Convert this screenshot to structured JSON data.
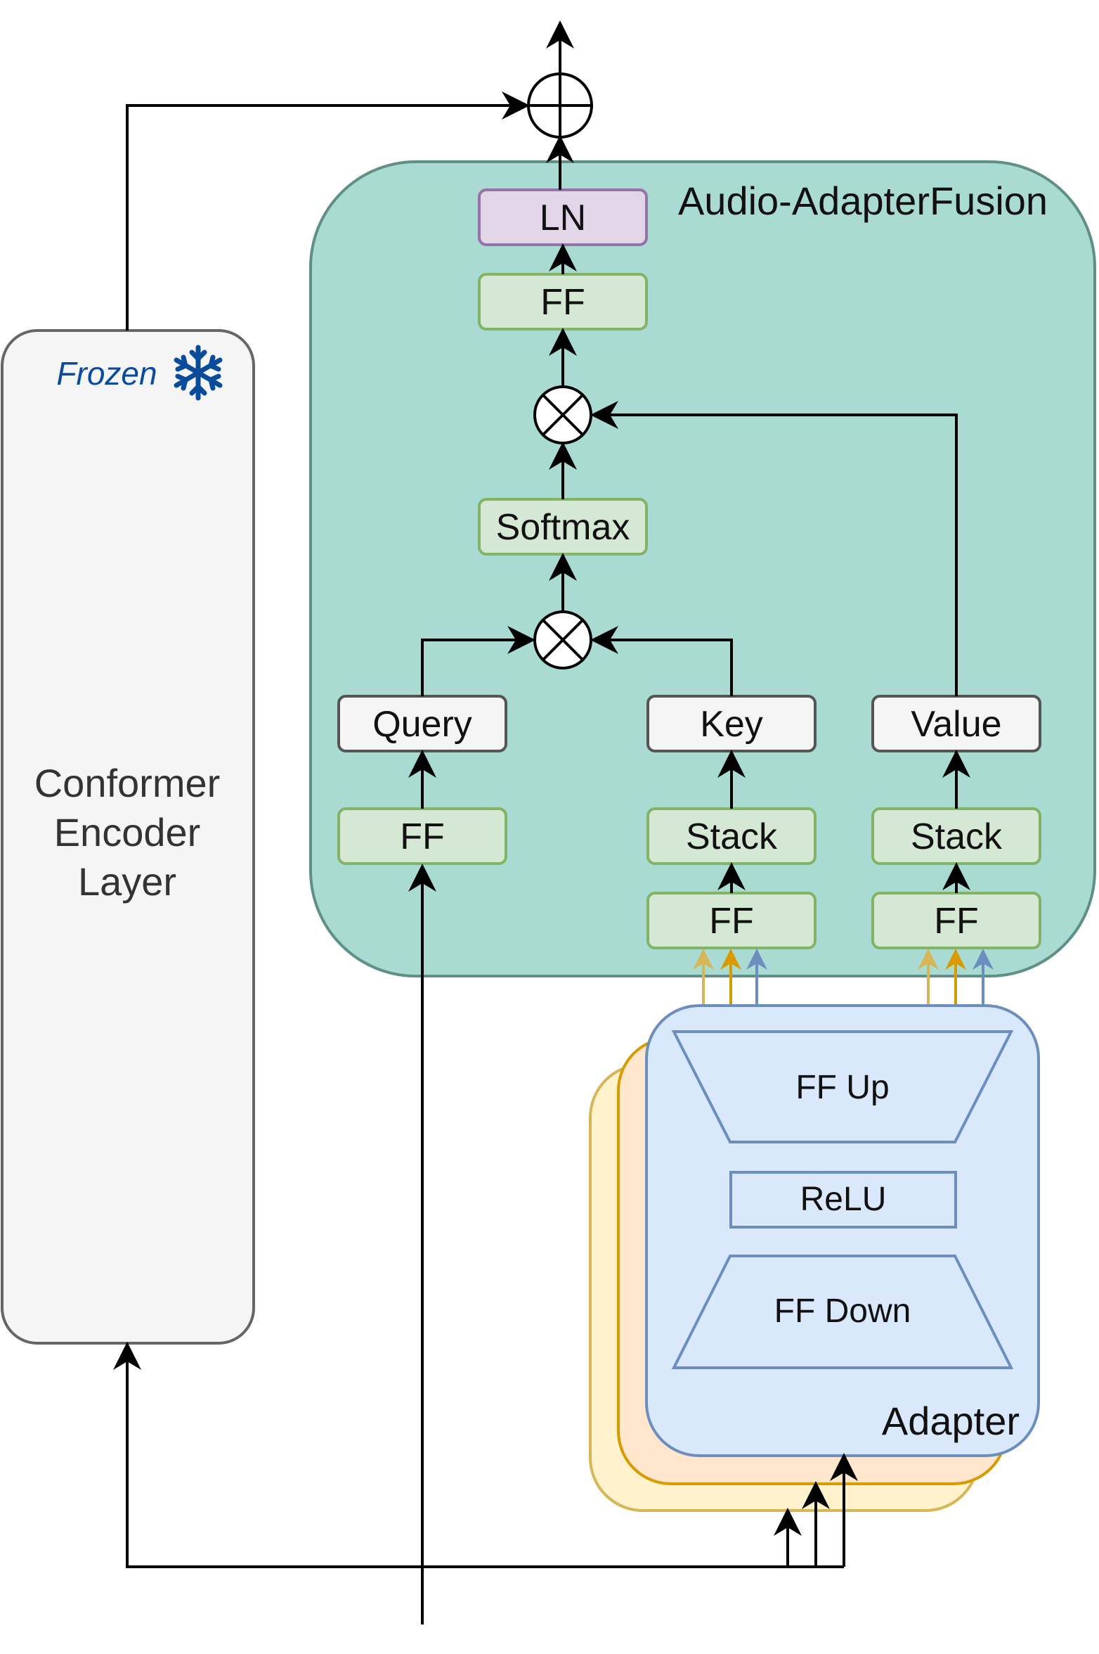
{
  "fusion": {
    "title": "Audio-AdapterFusion",
    "ln": "LN",
    "ff_top": "FF",
    "softmax": "Softmax",
    "query": "Query",
    "key": "Key",
    "value": "Value",
    "ff_query": "FF",
    "stack_key": "Stack",
    "stack_value": "Stack",
    "ff_key": "FF",
    "ff_value": "FF"
  },
  "encoder": {
    "frozen_label": "Frozen",
    "line1": "Conformer",
    "line2": "Encoder",
    "line3": "Layer"
  },
  "adapter": {
    "title": "Adapter",
    "ff_up": "FF Up",
    "relu": "ReLU",
    "ff_down": "FF Down"
  },
  "colors": {
    "fusion_fill": "#a9dbd3",
    "green_fill": "#d5e8d4",
    "green_stroke": "#82b366",
    "ln_fill": "#e1d5e7",
    "ln_stroke": "#9673a6",
    "blue_fill": "#dae8fc",
    "blue_stroke": "#6c8ebf",
    "orange_fill": "#ffe6cc",
    "orange_stroke": "#d79b00",
    "yellow_fill": "#fff2cc",
    "yellow_stroke": "#d6b656",
    "snowflake": "#0b4b9c"
  },
  "icons": [
    "snowflake-icon",
    "plus-circle-icon",
    "times-circle-icon"
  ]
}
